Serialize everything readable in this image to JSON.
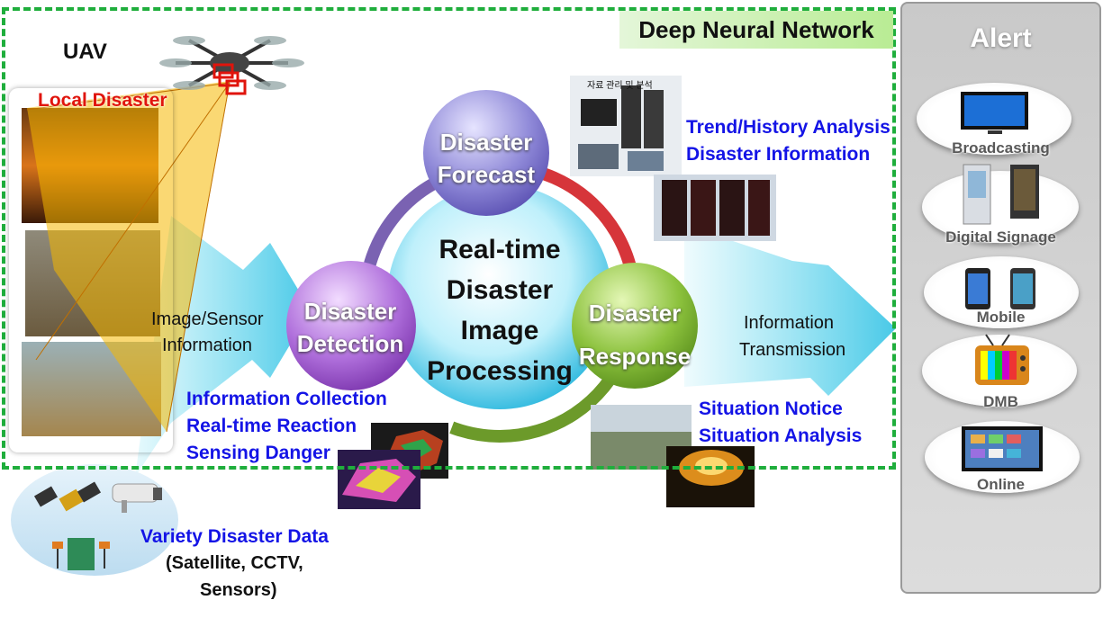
{
  "dnn_title": "Deep Neural Network",
  "uav_label": "UAV",
  "local_disaster": "Local Disaster",
  "image_sensor": [
    "Image/Sensor",
    "Information"
  ],
  "detection_notes": [
    "Information Collection",
    "Real-time Reaction",
    "Sensing Danger"
  ],
  "variety_data": [
    "Variety Disaster Data",
    "(Satellite, CCTV,",
    "Sensors)"
  ],
  "center": [
    "Real-time",
    "Disaster",
    "Image",
    "Processing"
  ],
  "forecast": [
    "Disaster",
    "Forecast"
  ],
  "detection": [
    "Disaster",
    "Detection"
  ],
  "response": [
    "Disaster",
    "Response"
  ],
  "trend_notes": [
    "Trend/History  Analysis",
    "Disaster Information"
  ],
  "forecast_panel_text": "자료 관리 및 분석",
  "situation_notes": [
    "Situation Notice",
    "Situation Analysis"
  ],
  "transmission": [
    "Information",
    "Transmission"
  ],
  "alert": {
    "title": "Alert",
    "items": [
      "Broadcasting",
      "Digital Signage",
      "Mobile",
      "DMB",
      "Online"
    ]
  },
  "colors": {
    "frame": "#1fae3c",
    "note_text": "#1414e6",
    "alert_label": "#595959",
    "local_disaster": "#e0140c"
  }
}
